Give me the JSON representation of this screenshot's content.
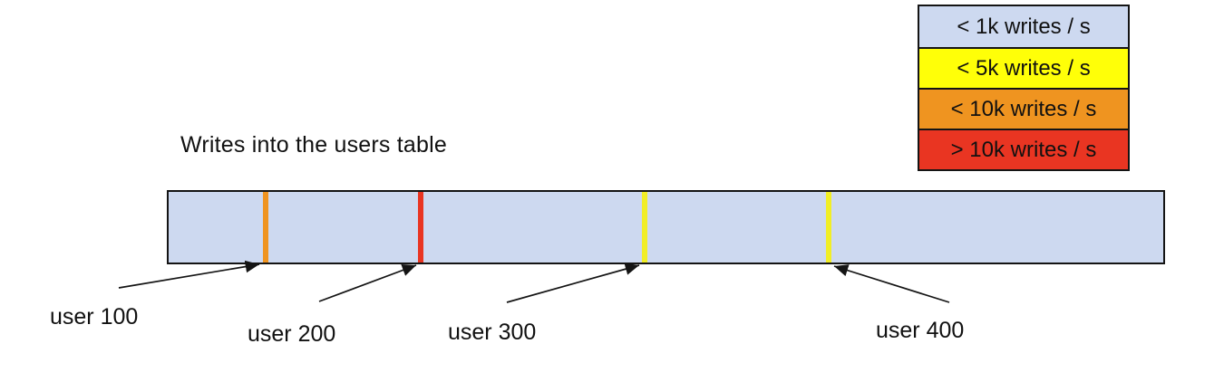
{
  "title": "Writes into the users table",
  "legend": {
    "items": [
      {
        "label": "< 1k writes / s",
        "color": "#cdd9f0"
      },
      {
        "label": "< 5k writes / s",
        "color": "#ffff08"
      },
      {
        "label": "< 10k writes / s",
        "color": "#ef9420"
      },
      {
        "label": "> 10k writes / s",
        "color": "#e93522"
      }
    ]
  },
  "bar": {
    "fill_color": "#cdd9f0",
    "markers": [
      {
        "user": "user 100",
        "color": "#ef9420",
        "rate": "< 10k writes / s"
      },
      {
        "user": "user 200",
        "color": "#e93522",
        "rate": "> 10k writes / s"
      },
      {
        "user": "user 300",
        "color": "#f1ee26",
        "rate": "< 5k writes / s"
      },
      {
        "user": "user 400",
        "color": "#f1ee26",
        "rate": "< 5k writes / s"
      }
    ]
  }
}
